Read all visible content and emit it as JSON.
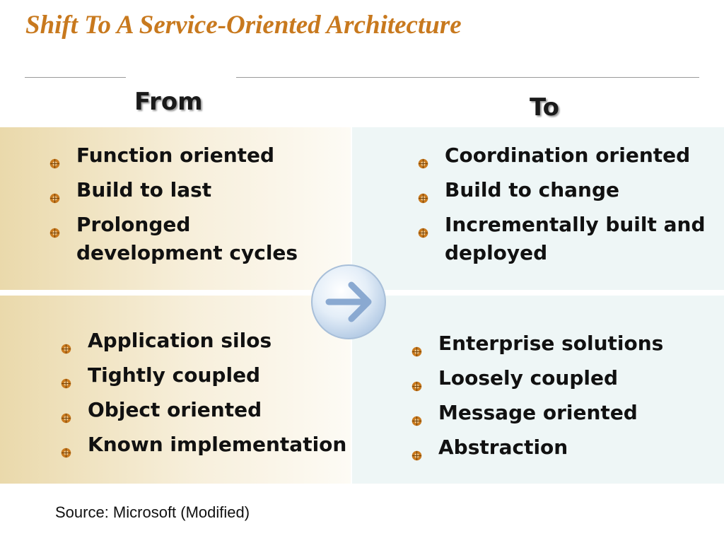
{
  "slide": {
    "title": "Shift To A Service-Oriented Architecture",
    "from_heading": "From",
    "to_heading": "To",
    "source": "Source: Microsoft (Modified)",
    "accent_color": "#c8791e"
  },
  "from_top": [
    "Function oriented",
    "Build to last",
    "Prolonged development cycles"
  ],
  "to_top": [
    "Coordination oriented",
    "Build to change",
    "Incrementally built and deployed"
  ],
  "from_bottom": [
    "Application silos",
    "Tightly coupled",
    "Object oriented",
    "Known implementation"
  ],
  "to_bottom": [
    "Enterprise solutions",
    "Loosely coupled",
    "Message oriented",
    "Abstraction"
  ],
  "icons": {
    "bullet": "orange-disc-bullet-icon",
    "transition": "right-arrow-icon"
  }
}
